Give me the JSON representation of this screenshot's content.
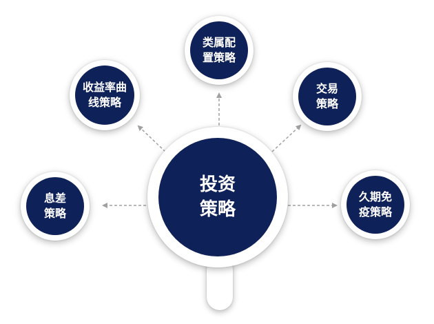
{
  "center": {
    "label": "投资\n策略"
  },
  "nodes": [
    {
      "id": "asset-allocation",
      "label": "类属配\n置策略"
    },
    {
      "id": "yield-curve",
      "label": "收益率曲\n线策略"
    },
    {
      "id": "trading",
      "label": "交易\n策略"
    },
    {
      "id": "carry",
      "label": "息差\n策略"
    },
    {
      "id": "duration-immunization",
      "label": "久期免\n疫策略"
    }
  ],
  "colors": {
    "disc": "#0f2159",
    "text": "#ffffff",
    "connector": "#a0a0a0"
  }
}
